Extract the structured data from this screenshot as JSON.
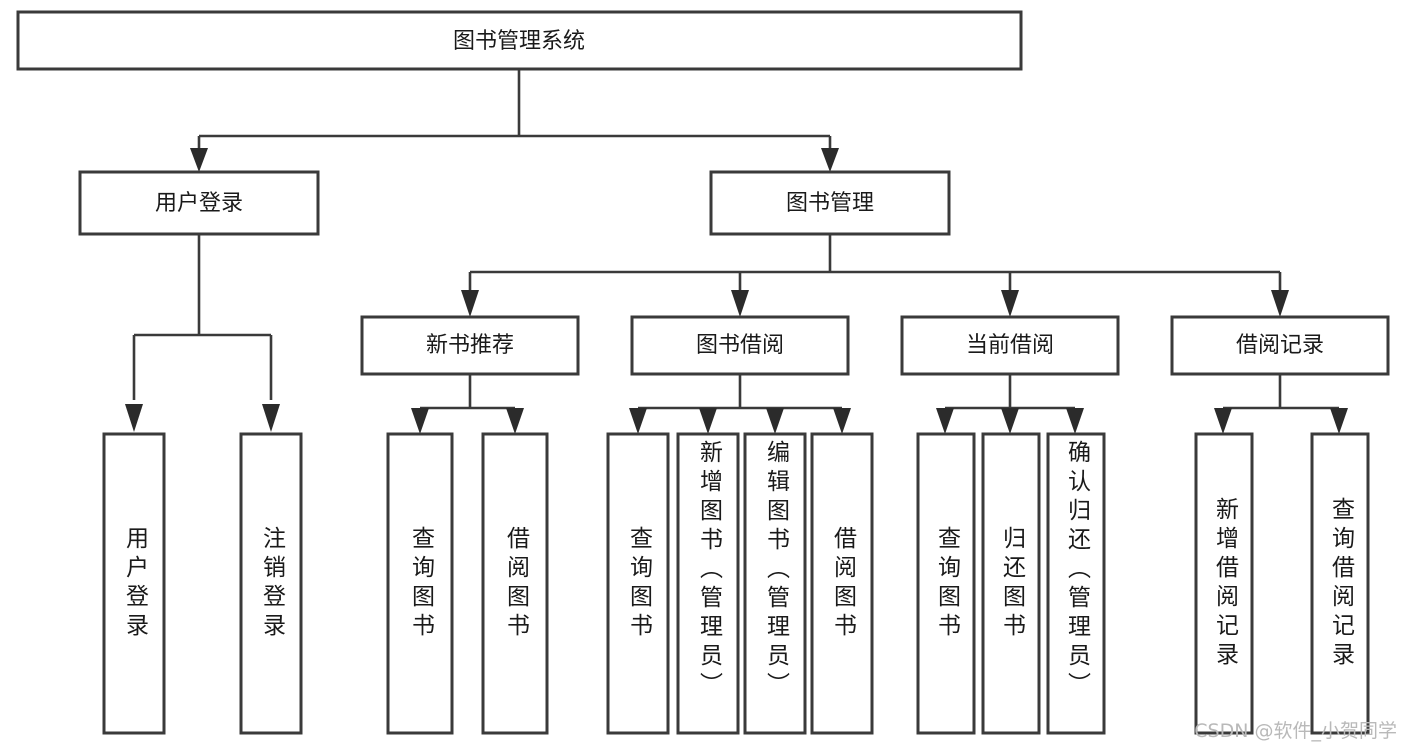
{
  "diagram": {
    "title": "图书管理系统",
    "type": "tree-hierarchy-chart",
    "root": {
      "label": "图书管理系统"
    },
    "level2": [
      {
        "label": "用户登录"
      },
      {
        "label": "图书管理"
      }
    ],
    "level3": [
      {
        "label": "新书推荐"
      },
      {
        "label": "图书借阅"
      },
      {
        "label": "当前借阅"
      },
      {
        "label": "借阅记录"
      }
    ],
    "leaves": {
      "user_login": [
        {
          "label": "用户登录"
        },
        {
          "label": "注销登录"
        }
      ],
      "new_book_recommend": [
        {
          "label": "查询图书"
        },
        {
          "label": "借阅图书"
        }
      ],
      "book_borrow": [
        {
          "label": "查询图书"
        },
        {
          "label": "新增图书（管理员）"
        },
        {
          "label": "编辑图书（管理员）"
        },
        {
          "label": "借阅图书"
        }
      ],
      "current_borrow": [
        {
          "label": "查询图书"
        },
        {
          "label": "归还图书"
        },
        {
          "label": "确认归还（管理员）"
        }
      ],
      "borrow_record": [
        {
          "label": "新增借阅记录"
        },
        {
          "label": "查询借阅记录"
        }
      ]
    }
  },
  "watermark": {
    "text": "CSDN @软件_小贺同学"
  },
  "colors": {
    "box_stroke": "#3a3a3a",
    "box_fill": "#ffffff",
    "connector": "#3a3a3a",
    "text": "#1a1a1a",
    "watermark": "#b9b9b9",
    "background": "#ffffff"
  }
}
